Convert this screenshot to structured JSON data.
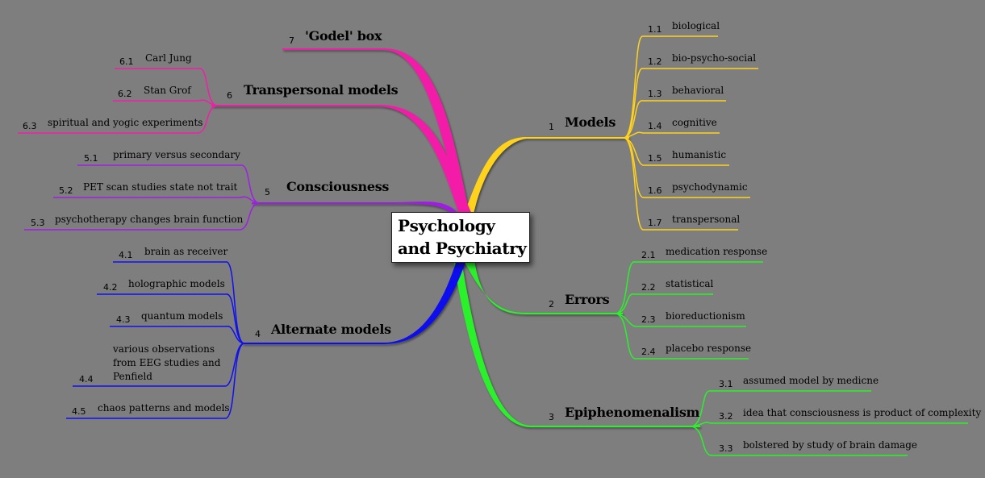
{
  "central": {
    "title": "Psychology and Psychiatry"
  },
  "branches": [
    {
      "id": "b1",
      "num": "1",
      "label": "Models",
      "color": "#ffd21e",
      "children": [
        {
          "num": "1.1",
          "label": "biological"
        },
        {
          "num": "1.2",
          "label": "bio-psycho-social"
        },
        {
          "num": "1.3",
          "label": "behavioral"
        },
        {
          "num": "1.4",
          "label": "cognitive"
        },
        {
          "num": "1.5",
          "label": "humanistic"
        },
        {
          "num": "1.6",
          "label": "psychodynamic"
        },
        {
          "num": "1.7",
          "label": "transpersonal"
        }
      ]
    },
    {
      "id": "b2",
      "num": "2",
      "label": "Errors",
      "color": "#2af22a",
      "children": [
        {
          "num": "2.1",
          "label": "medication response"
        },
        {
          "num": "2.2",
          "label": "statistical"
        },
        {
          "num": "2.3",
          "label": "bioreductionism"
        },
        {
          "num": "2.4",
          "label": "placebo response"
        }
      ]
    },
    {
      "id": "b3",
      "num": "3",
      "label": "Epiphenomenalism",
      "color": "#2af22a",
      "children": [
        {
          "num": "3.1",
          "label": "assumed model by medicne"
        },
        {
          "num": "3.2",
          "label": "idea that consciousness is product of complexity"
        },
        {
          "num": "3.3",
          "label": "bolstered by study of brain damage"
        }
      ]
    },
    {
      "id": "b4",
      "num": "4",
      "label": "Alternate models",
      "color": "#1010ee",
      "children": [
        {
          "num": "4.1",
          "label": "brain as receiver"
        },
        {
          "num": "4.2",
          "label": "holographic models"
        },
        {
          "num": "4.3",
          "label": "quantum models"
        },
        {
          "num": "4.4",
          "label": "various observations from EEG studies and Penfield"
        },
        {
          "num": "4.5",
          "label": "chaos patterns and models"
        }
      ]
    },
    {
      "id": "b5",
      "num": "5",
      "label": "Consciousness",
      "color": "#a01ee6",
      "children": [
        {
          "num": "5.1",
          "label": "primary versus secondary"
        },
        {
          "num": "5.2",
          "label": "PET scan studies state not trait"
        },
        {
          "num": "5.3",
          "label": "psychotherapy changes brain function"
        }
      ]
    },
    {
      "id": "b6",
      "num": "6",
      "label": "Transpersonal models",
      "color": "#f21ea8",
      "children": [
        {
          "num": "6.1",
          "label": "Carl Jung"
        },
        {
          "num": "6.2",
          "label": "Stan Grof"
        },
        {
          "num": "6.3",
          "label": "spiritual and yogic experiments"
        }
      ]
    },
    {
      "id": "b7",
      "num": "7",
      "label": "'Godel' box",
      "color": "#f21ea8",
      "children": []
    }
  ]
}
